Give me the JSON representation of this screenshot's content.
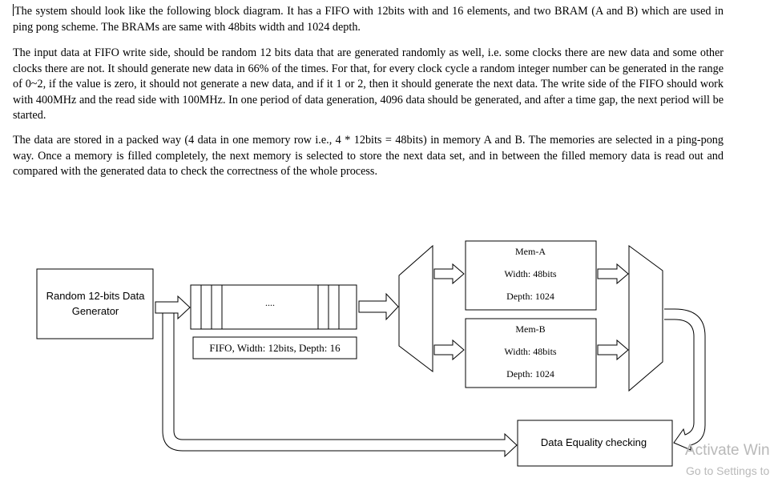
{
  "document": {
    "paragraphs": [
      "The system should look like the following block diagram. It has a FIFO with 12bits with and 16 elements, and two BRAM (A and B) which are used in ping pong scheme. The BRAMs are same with 48bits width and 1024 depth.",
      "The input data at FIFO write side, should be random 12 bits data that are generated randomly as well, i.e. some clocks there are new data and some other clocks there are not. It should generate new data in 66% of the times. For that, for every clock cycle a random integer number can be generated in the range of 0~2, if the value is zero, it should not generate a new data, and if it 1 or 2, then it should generate the next data. The write side of the FIFO should work with 400MHz and the read side with 100MHz. In one period of data generation, 4096 data should be generated, and after a time gap, the next period will be started.",
      "The data are stored in a packed way (4 data in one memory row i.e., 4 * 12bits = 48bits) in memory A and B. The memories are selected in a ping-pong way. Once a memory is filled completely, the next memory is selected to store the next data set, and in between the filled memory data is read out and compared with the generated data to check the correctness of the whole process."
    ]
  },
  "diagram": {
    "generator": {
      "line1": "Random 12-bits Data",
      "line2": "Generator"
    },
    "fifo": {
      "dots": "....",
      "label": "FIFO, Width: 12bits, Depth: 16"
    },
    "mem_a": {
      "title": "Mem-A",
      "width": "Width: 48bits",
      "depth": "Depth: 1024"
    },
    "mem_b": {
      "title": "Mem-B",
      "width": "Width: 48bits",
      "depth": "Depth: 1024"
    },
    "checker": {
      "label": "Data Equality checking"
    }
  },
  "watermark": {
    "line1": "Activate Win",
    "line2": "Go to Settings to"
  }
}
